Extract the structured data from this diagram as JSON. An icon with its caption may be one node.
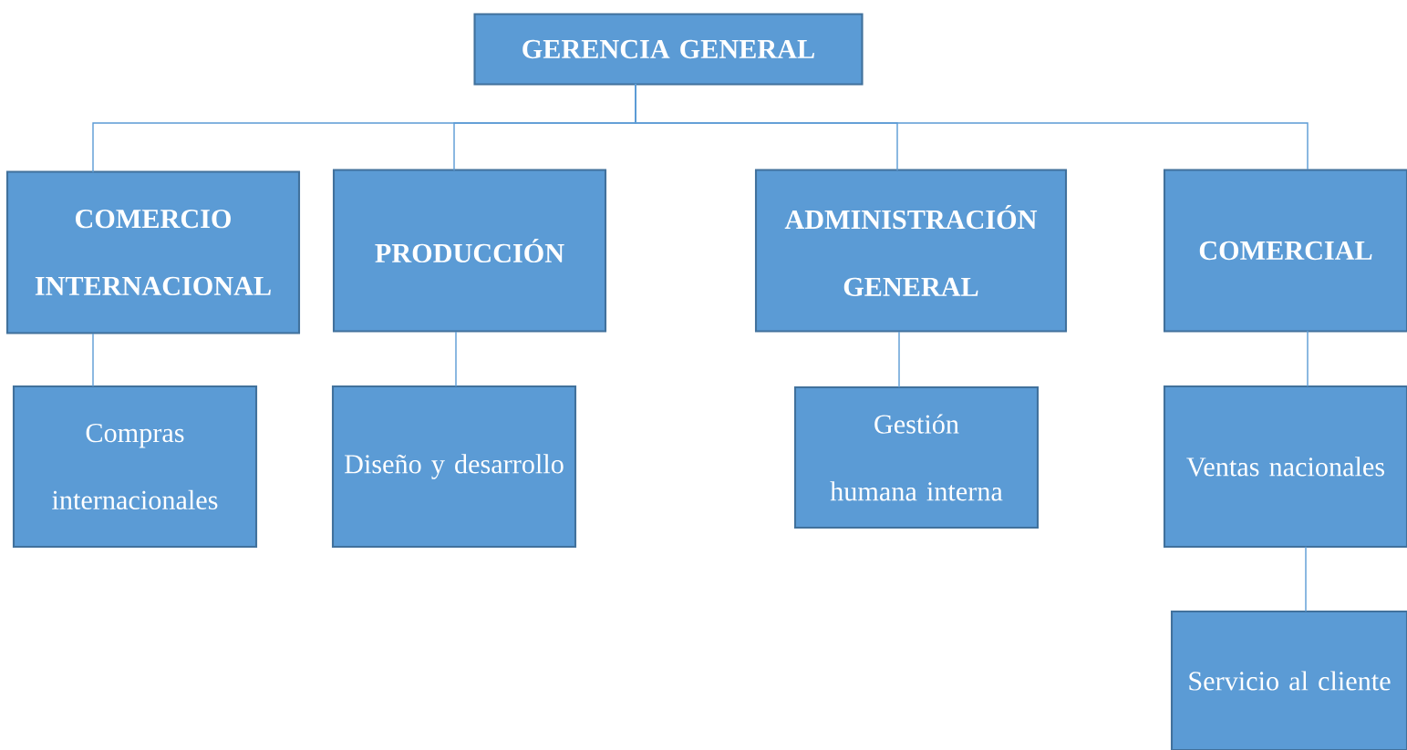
{
  "diagram": {
    "nodes": [
      {
        "text": [
          "GERENCIA GENERAL"
        ]
      },
      {
        "text": [
          "COMERCIO INTERNACIONAL"
        ]
      },
      {
        "text": [
          "PRODUCCIÓN"
        ]
      },
      {
        "text": [
          "ADMINISTRACIÓN GENERAL"
        ]
      },
      {
        "text": [
          "COMERCIAL"
        ]
      },
      {
        "text": [
          "Compras internacionales"
        ]
      },
      {
        "text": [
          "Diseño y desarrollo"
        ]
      },
      {
        "text": [
          "Gestión humana interna"
        ]
      },
      {
        "text": [
          "Ventas nacionales"
        ]
      },
      {
        "text": [
          "Servicio al cliente"
        ]
      }
    ],
    "edges": [
      {
        "from": 0,
        "to": 1,
        "arrow": "none"
      },
      {
        "from": 0,
        "to": 2,
        "arrow": "none"
      },
      {
        "from": 0,
        "to": 3,
        "arrow": "none"
      },
      {
        "from": 0,
        "to": 4,
        "arrow": "none"
      },
      {
        "from": 1,
        "to": 5,
        "arrow": "none"
      },
      {
        "from": 2,
        "to": 6,
        "arrow": "none"
      },
      {
        "from": 3,
        "to": 7,
        "arrow": "none"
      },
      {
        "from": 4,
        "to": 8,
        "arrow": "none"
      },
      {
        "from": 8,
        "to": 9,
        "arrow": "none"
      }
    ]
  }
}
